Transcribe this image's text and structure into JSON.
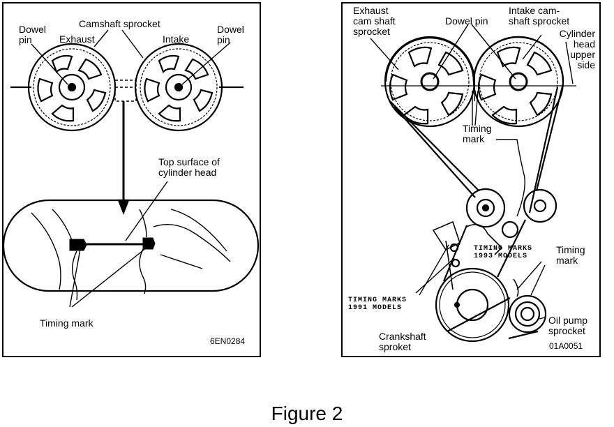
{
  "left_panel": {
    "labels": {
      "dowel_pin_left": "Dowel\npin",
      "exhaust": "Exhaust",
      "camshaft_sprocket": "Camshaft sprocket",
      "intake": "Intake",
      "dowel_pin_right": "Dowel\npin",
      "top_surface": "Top surface of\ncylinder head",
      "timing_mark": "Timing mark",
      "code": "6EN0284"
    }
  },
  "right_panel": {
    "labels": {
      "exhaust_sprocket": "Exhaust\ncam shaft\nsprocket",
      "dowel_pin": "Dowel pin",
      "intake_sprocket": "Intake cam-\nshaft sprocket",
      "cylinder_head": "Cylinder\nhead\nupper\nside",
      "timing_mark_upper": "Timing\nmark",
      "timing_marks_1993": "TIMING MARKS\n1993 MODELS",
      "timing_mark_right": "Timing\nmark",
      "timing_marks_1991": "TIMING MARKS\n1991 MODELS",
      "crankshaft": "Crankshaft\nsproket",
      "oil_pump": "Oil pump\nsprocket",
      "code": "01A0051"
    }
  },
  "caption": "Figure 2"
}
